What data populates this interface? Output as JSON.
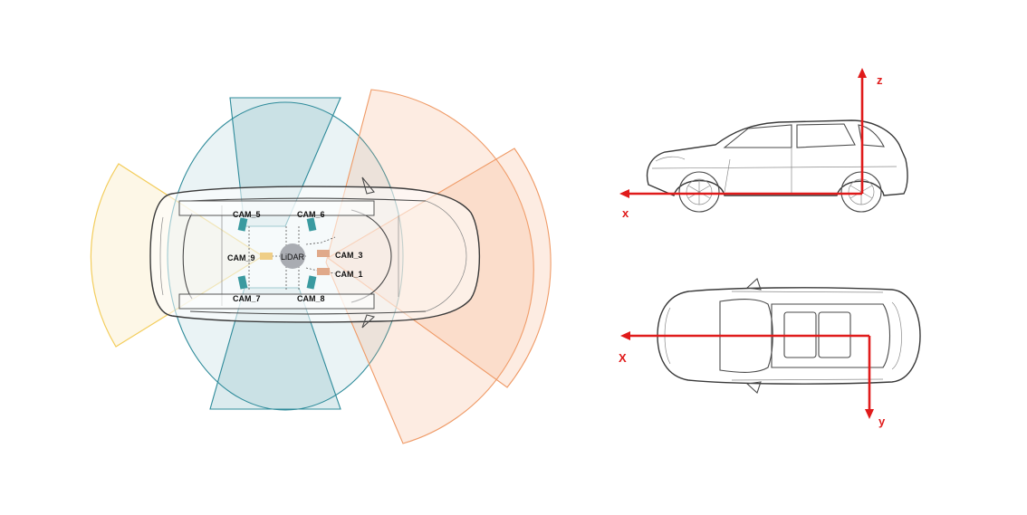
{
  "colors": {
    "front_fov": "#f4a77a",
    "side_fov": "#2e8b9a",
    "rear_fov": "#f3cd5c",
    "lidar": "#a9acb2",
    "axis": "#e01b1b",
    "cam_front": "#e0a98a",
    "cam_side": "#3a9aa0",
    "cam_rear": "#efce87"
  },
  "sensors": {
    "lidar": "LiDAR",
    "cam_1": "CAM_1",
    "cam_3": "CAM_3",
    "cam_5": "CAM_5",
    "cam_6": "CAM_6",
    "cam_7": "CAM_7",
    "cam_8": "CAM_8",
    "cam_9": "CAM_9"
  },
  "side_view_axes": {
    "x": "x",
    "z": "z"
  },
  "top_view_axes": {
    "x": "X",
    "y": "y"
  }
}
